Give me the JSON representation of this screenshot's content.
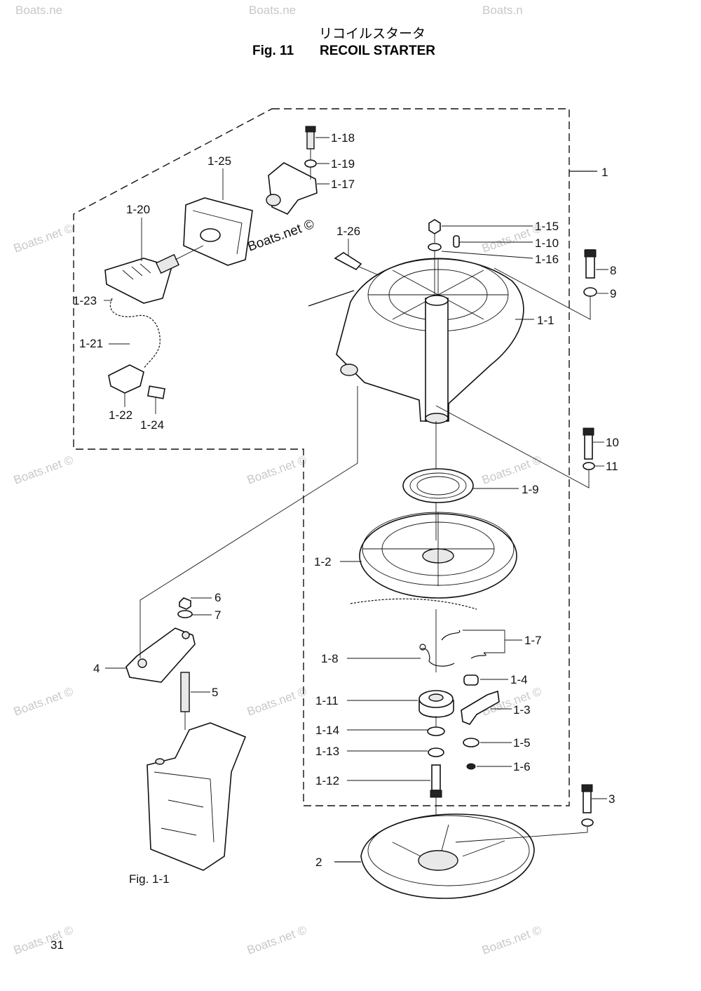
{
  "header": {
    "title_jp": "リコイルスタータ",
    "fig_label": "Fig. 11",
    "title_en": "RECOIL STARTER"
  },
  "watermark": {
    "text": "Boats.net ©",
    "text_short": "Boats.ne",
    "text_corner": "Boats.n"
  },
  "callouts": {
    "p1": "1",
    "p1_1": "1-1",
    "p1_2": "1-2",
    "p1_3": "1-3",
    "p1_4": "1-4",
    "p1_5": "1-5",
    "p1_6": "1-6",
    "p1_7": "1-7",
    "p1_8": "1-8",
    "p1_9": "1-9",
    "p1_10": "1-10",
    "p1_11": "1-11",
    "p1_12": "1-12",
    "p1_13": "1-13",
    "p1_14": "1-14",
    "p1_15": "1-15",
    "p1_16": "1-16",
    "p1_17": "1-17",
    "p1_18": "1-18",
    "p1_19": "1-19",
    "p1_20": "1-20",
    "p1_21": "1-21",
    "p1_22": "1-22",
    "p1_23": "1-23",
    "p1_24": "1-24",
    "p1_25": "1-25",
    "p1_26": "1-26",
    "p2": "2",
    "p3": "3",
    "p4": "4",
    "p5": "5",
    "p6": "6",
    "p7": "7",
    "p8": "8",
    "p9": "9",
    "p10": "10",
    "p11": "11"
  },
  "reference_label": "Fig. 1-1",
  "page_number": "31"
}
